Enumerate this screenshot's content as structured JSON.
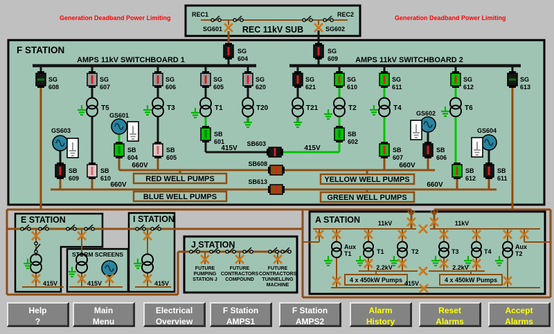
{
  "warnings": {
    "left": "Generation Deadband Power Limiting",
    "right": "Generation Deadband Power Limiting"
  },
  "rec": {
    "title": "REC 11kV SUB",
    "rec1": "REC1",
    "rec2": "REC2",
    "sg601": "SG601",
    "sg602": "SG602"
  },
  "f": {
    "title": "F STATION",
    "swb1": "AMPS 11kV SWITCHBOARD 1",
    "swb2": "AMPS 11kV SWITCHBOARD 2",
    "sg": {
      "604": [
        "SG",
        "604"
      ],
      "605": [
        "SG",
        "605"
      ],
      "606": [
        "SG",
        "606"
      ],
      "607": [
        "SG",
        "607"
      ],
      "608": [
        "SG",
        "608"
      ],
      "609": [
        "SG",
        "609"
      ],
      "610": [
        "SG",
        "610"
      ],
      "611": [
        "SG",
        "611"
      ],
      "612": [
        "SG",
        "612"
      ],
      "613": [
        "SG",
        "613"
      ],
      "620": [
        "SG",
        "620"
      ],
      "621": [
        "SG",
        "621"
      ]
    },
    "sb": {
      "601": [
        "SB",
        "601"
      ],
      "602": [
        "SB",
        "602"
      ],
      "604": [
        "SB",
        "604"
      ],
      "605": [
        "SB",
        "605"
      ],
      "606": [
        "SB",
        "606"
      ],
      "607": [
        "SB",
        "607"
      ],
      "609": [
        "SB",
        "609"
      ],
      "610": [
        "SB",
        "610"
      ],
      "611": [
        "SB",
        "611"
      ],
      "612": [
        "SB",
        "612"
      ],
      "603": "SB603",
      "608": "SB608",
      "613": "SB613"
    },
    "t": {
      "t1": "T1",
      "t2": "T2",
      "t3": "T3",
      "t4": "T4",
      "t5": "T5",
      "t6": "T6",
      "t20": "T20",
      "t21": "T21"
    },
    "gs": {
      "gs601": "GS601",
      "gs602": "GS602",
      "gs603": "GS603",
      "gs604": "GS604"
    },
    "v415": "415V",
    "v660": "660V",
    "pumps": {
      "red": "RED WELL PUMPS",
      "blue": "BLUE WELL PUMPS",
      "yellow": "YELLOW WELL PUMPS",
      "green": "GREEN WELL PUMPS"
    }
  },
  "stations": {
    "e": {
      "title": "E STATION",
      "v415": "415V"
    },
    "storm": {
      "title": "STORM SCREENS",
      "v415": "415V"
    },
    "i": {
      "title": "I STATION",
      "v415": "415V"
    },
    "j": {
      "title": "J STATION",
      "future1": [
        "FUTURE",
        "PUMPING",
        "STATION J"
      ],
      "future2": [
        "FUTURE",
        "CONTRACTORS",
        "COMPOUND"
      ],
      "future3": [
        "FUTURE",
        "CONTRACTORS",
        "TUNNELLING",
        "MACHINE"
      ]
    },
    "a": {
      "title": "A STATION",
      "v11": "11kV",
      "v22": "2.2kV",
      "v415": "415V",
      "aux1": [
        "Aux",
        "T1"
      ],
      "aux2": [
        "Aux",
        "T2"
      ],
      "t1": "T1",
      "t2": "T2",
      "t3": "T3",
      "t4": "T4",
      "pumps": "4 x 450kW Pumps"
    }
  },
  "buttons": [
    {
      "l1": "Help",
      "l2": "?"
    },
    {
      "l1": "Main",
      "l2": "Menu"
    },
    {
      "l1": "Electrical",
      "l2": "Overview"
    },
    {
      "l1": "F Station",
      "l2": "AMPS1"
    },
    {
      "l1": "F Station",
      "l2": "AMPS2"
    },
    {
      "l1": "Alarm",
      "l2": "History"
    },
    {
      "l1": "Reset",
      "l2": "Alarms"
    },
    {
      "l1": "Accept",
      "l2": "Alarms"
    }
  ],
  "colors": {
    "background": "#c0c0c0",
    "panel": "#a0c4b4",
    "bus_brown": "#8f4d10",
    "energized_green": "#00c400",
    "alert_red": "#ff0000",
    "generator_teal": "#2b85a0",
    "isolator_orange": "#c8781e",
    "alarm_button_text": "#ffff00"
  }
}
